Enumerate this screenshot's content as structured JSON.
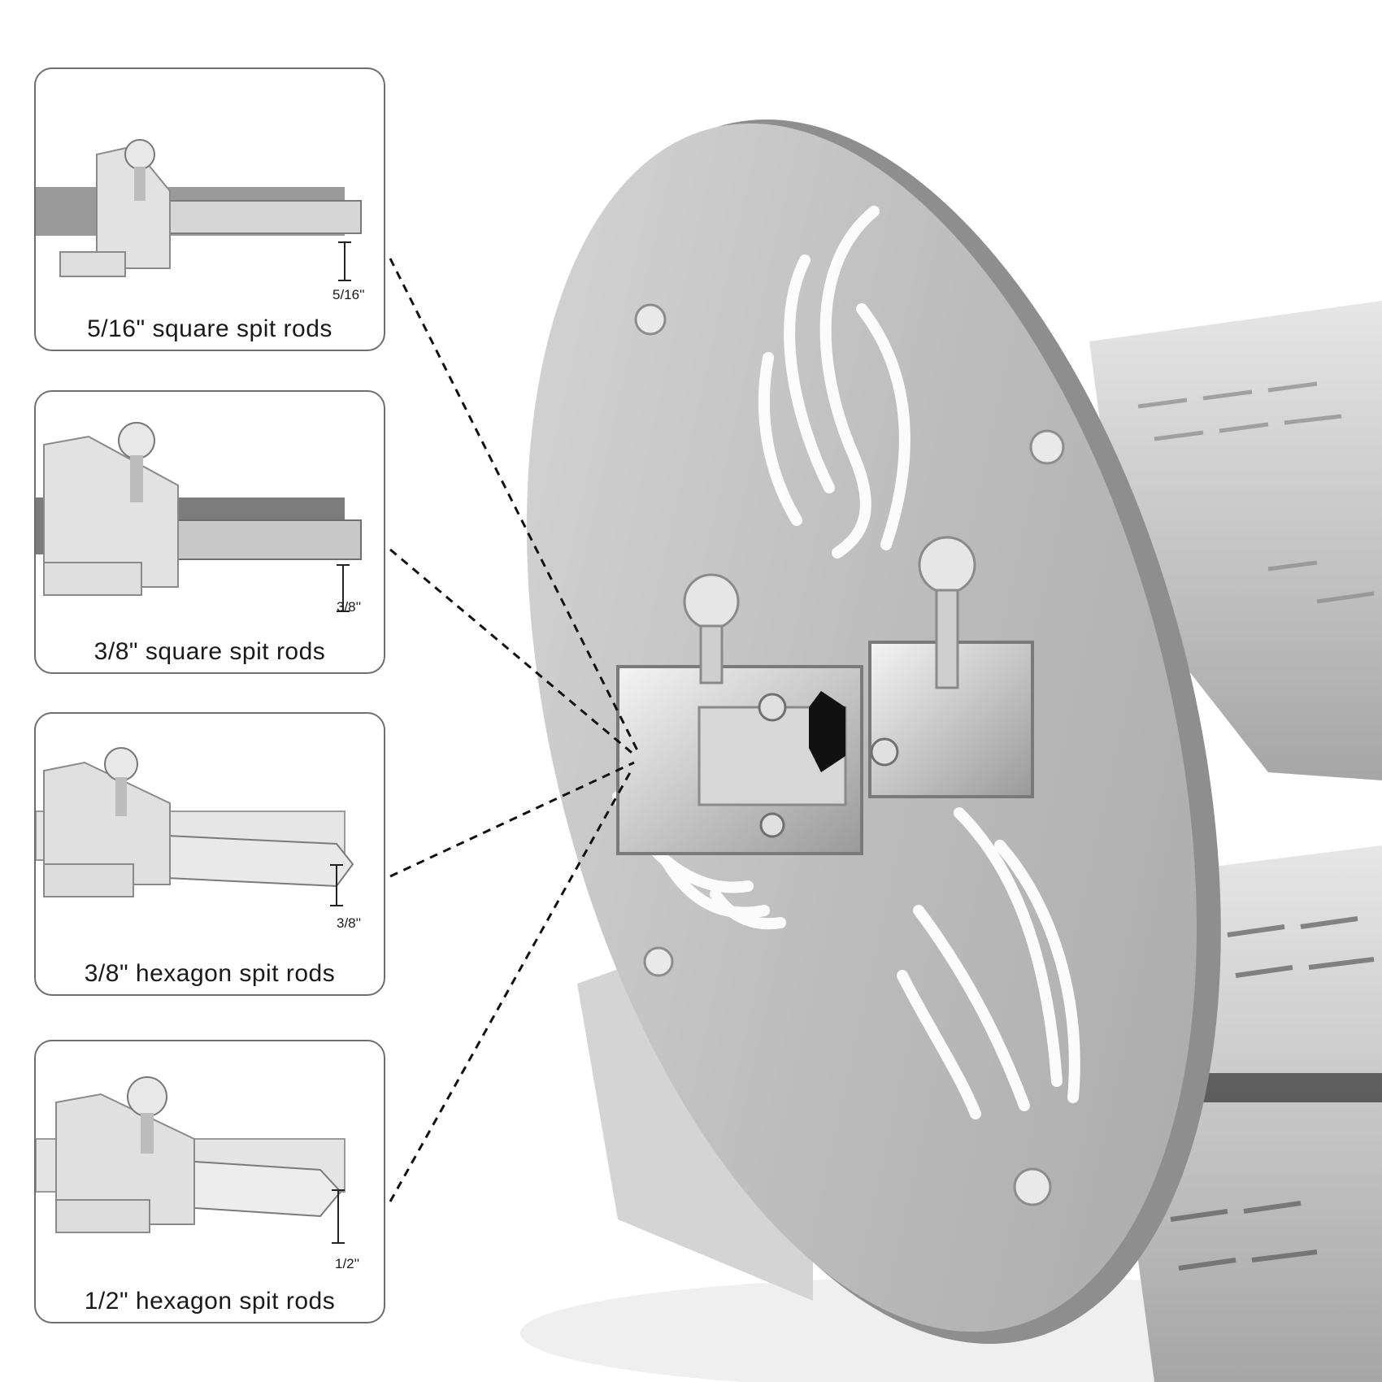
{
  "cards": [
    {
      "caption": "5/16\" square spit rods",
      "dimension": "5/16''",
      "profile": "square"
    },
    {
      "caption": "3/8\" square spit rods",
      "dimension": "3/8''",
      "profile": "square"
    },
    {
      "caption": "3/8\" hexagon spit rods",
      "dimension": "3/8''",
      "profile": "hexagon"
    },
    {
      "caption": "1/2\" hexagon spit rods",
      "dimension": "1/2''",
      "profile": "hexagon"
    }
  ],
  "product": {
    "name-icon": "rotisserie-basket-illustration",
    "accent": "#bfbfbf"
  }
}
